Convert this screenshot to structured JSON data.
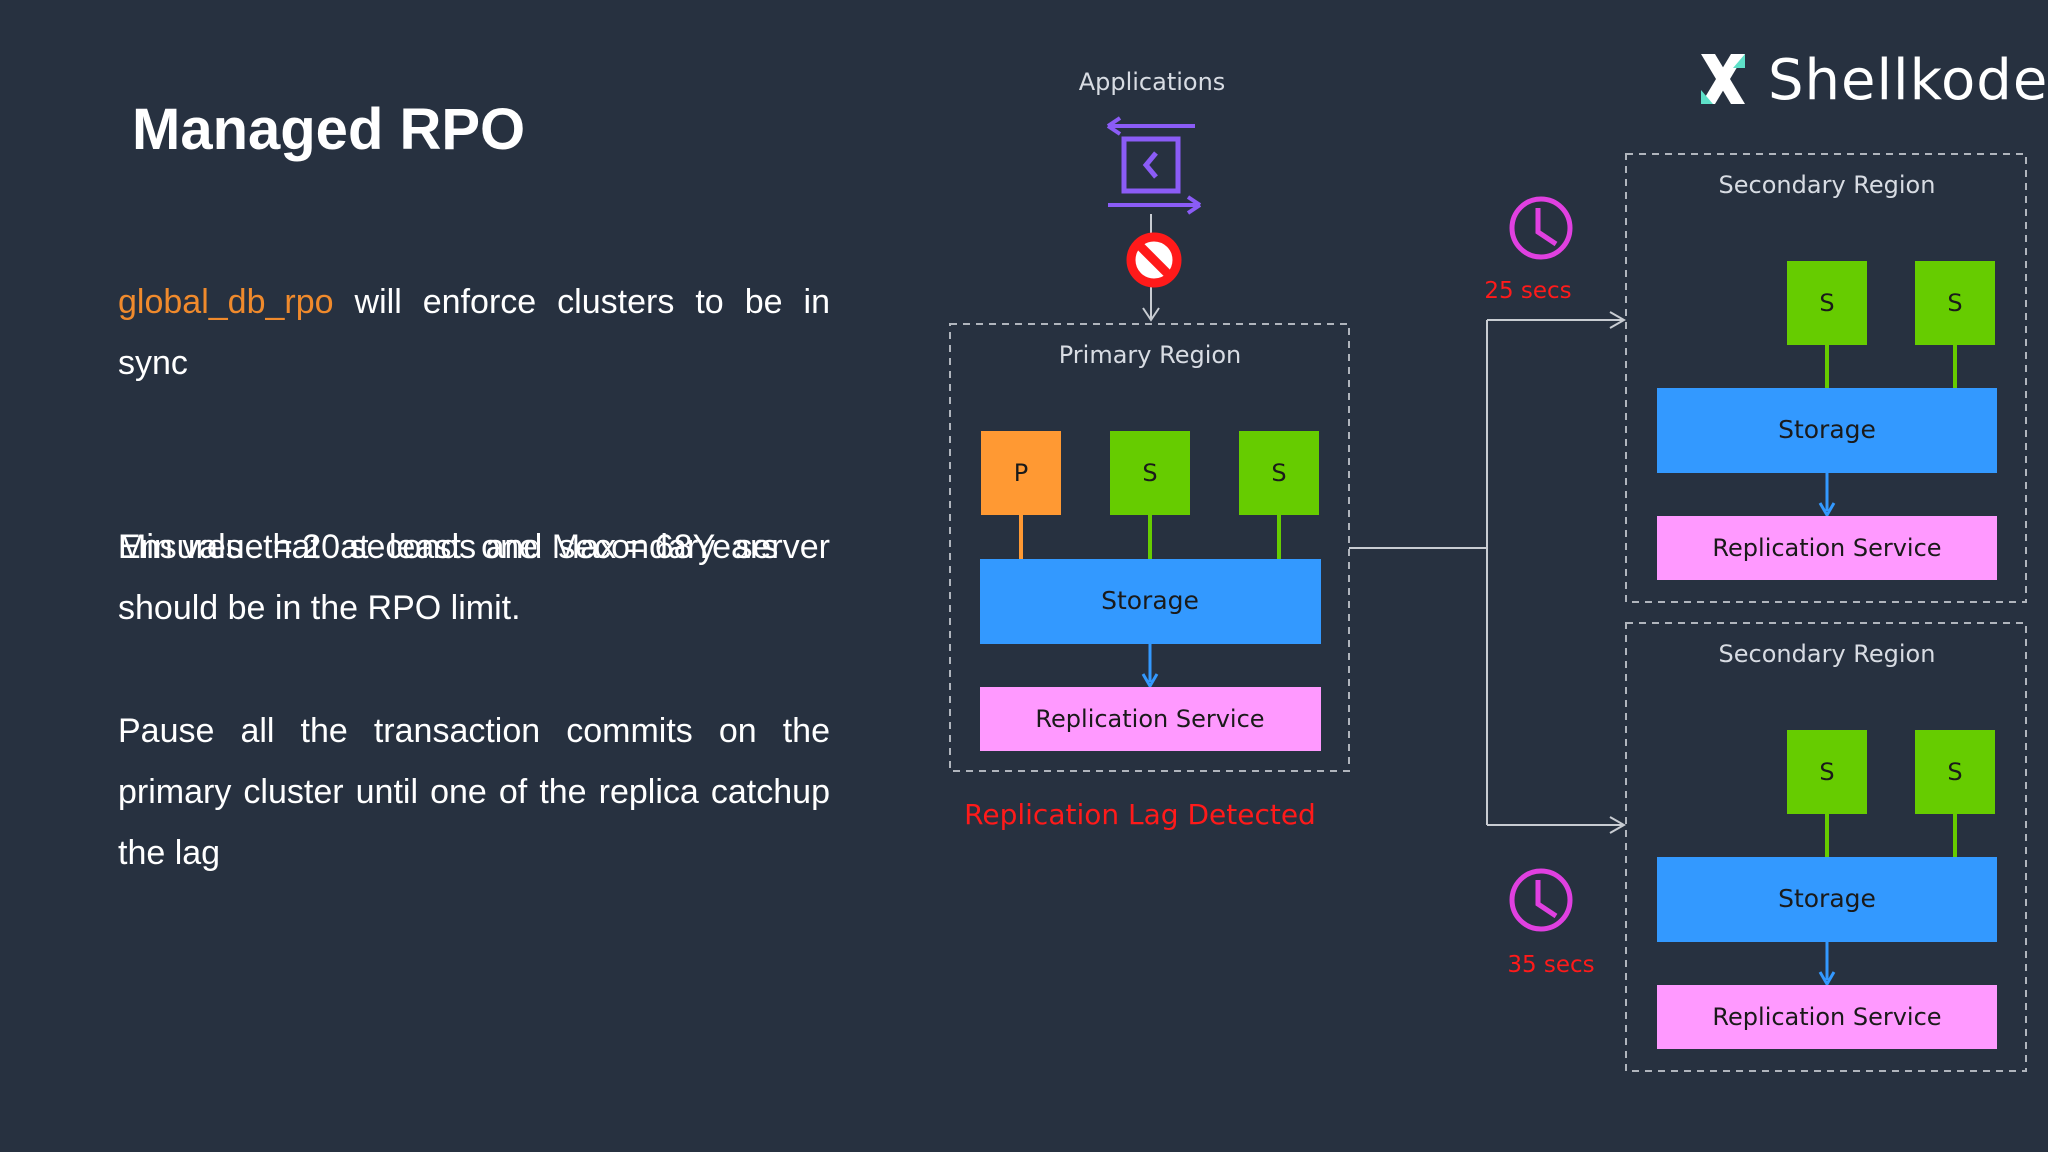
{
  "title": "Managed RPO",
  "text": {
    "p1_highlight": "global_db_rpo",
    "p1_rest": "  will enforce clusters to be in sync",
    "p2": "Min value = 20 seconds and Max = 68Years",
    "p3": "Ensures that at least one secondary server should be in the RPO limit.",
    "p4": "Pause all the transaction commits on the primary cluster until one of the replica catchup the lag"
  },
  "brand": {
    "name": "Shellkode"
  },
  "diagram": {
    "applications_label": "Applications",
    "primary": {
      "region_label": "Primary Region",
      "node_p": "P",
      "node_s1": "S",
      "node_s2": "S",
      "storage": "Storage",
      "replication": "Replication Service",
      "lag_label": "Replication Lag Detected"
    },
    "secondary_top": {
      "region_label": "Secondary Region",
      "node_s1": "S",
      "node_s2": "S",
      "storage": "Storage",
      "replication": "Replication Service",
      "delay": "25 secs"
    },
    "secondary_bottom": {
      "region_label": "Secondary Region",
      "node_s1": "S",
      "node_s2": "S",
      "storage": "Storage",
      "replication": "Replication Service",
      "delay": "35 secs"
    }
  },
  "colors": {
    "background": "#273140",
    "primary_node": "#ff9933",
    "secondary_node": "#66cc00",
    "storage": "#3399ff",
    "replication": "#ff99ff",
    "clock": "#e040e0",
    "alert": "#ff1a1a",
    "arrow_app": "#8b5cf6",
    "highlight": "#f08a2c"
  },
  "icons": [
    "x-logo-icon",
    "application-icon",
    "blocked-icon",
    "clock-icon"
  ]
}
